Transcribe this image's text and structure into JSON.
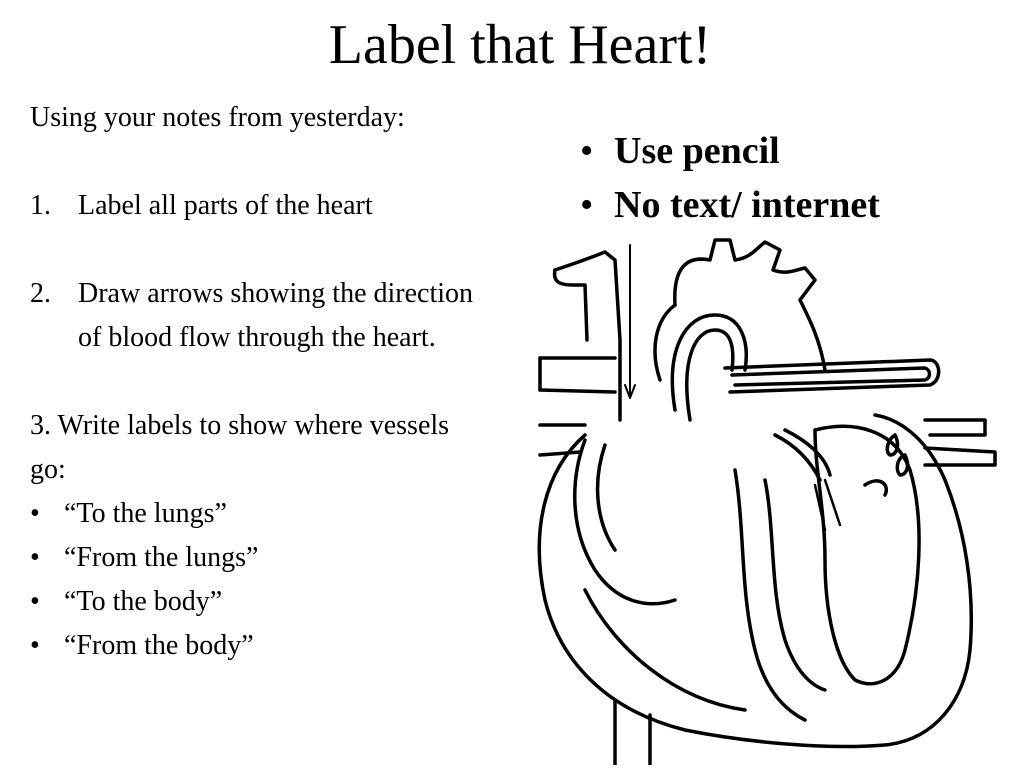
{
  "title": "Label that Heart!",
  "instructions": {
    "intro": "Using your notes from yesterday:",
    "steps": [
      {
        "num": "1.",
        "text": "Label all parts of the heart"
      },
      {
        "num": "2.",
        "text": "Draw arrows showing the direction of blood flow through the heart."
      }
    ],
    "step3": "3. Write labels to show where vessels go:",
    "vessel_labels": [
      "“To the lungs”",
      "“From the lungs”",
      "“To the body”",
      "“From the body”"
    ]
  },
  "rules": [
    "Use pencil",
    "No text/ internet"
  ],
  "bullet_glyph": "•",
  "icons": {
    "diagram": "heart-diagram-icon"
  }
}
